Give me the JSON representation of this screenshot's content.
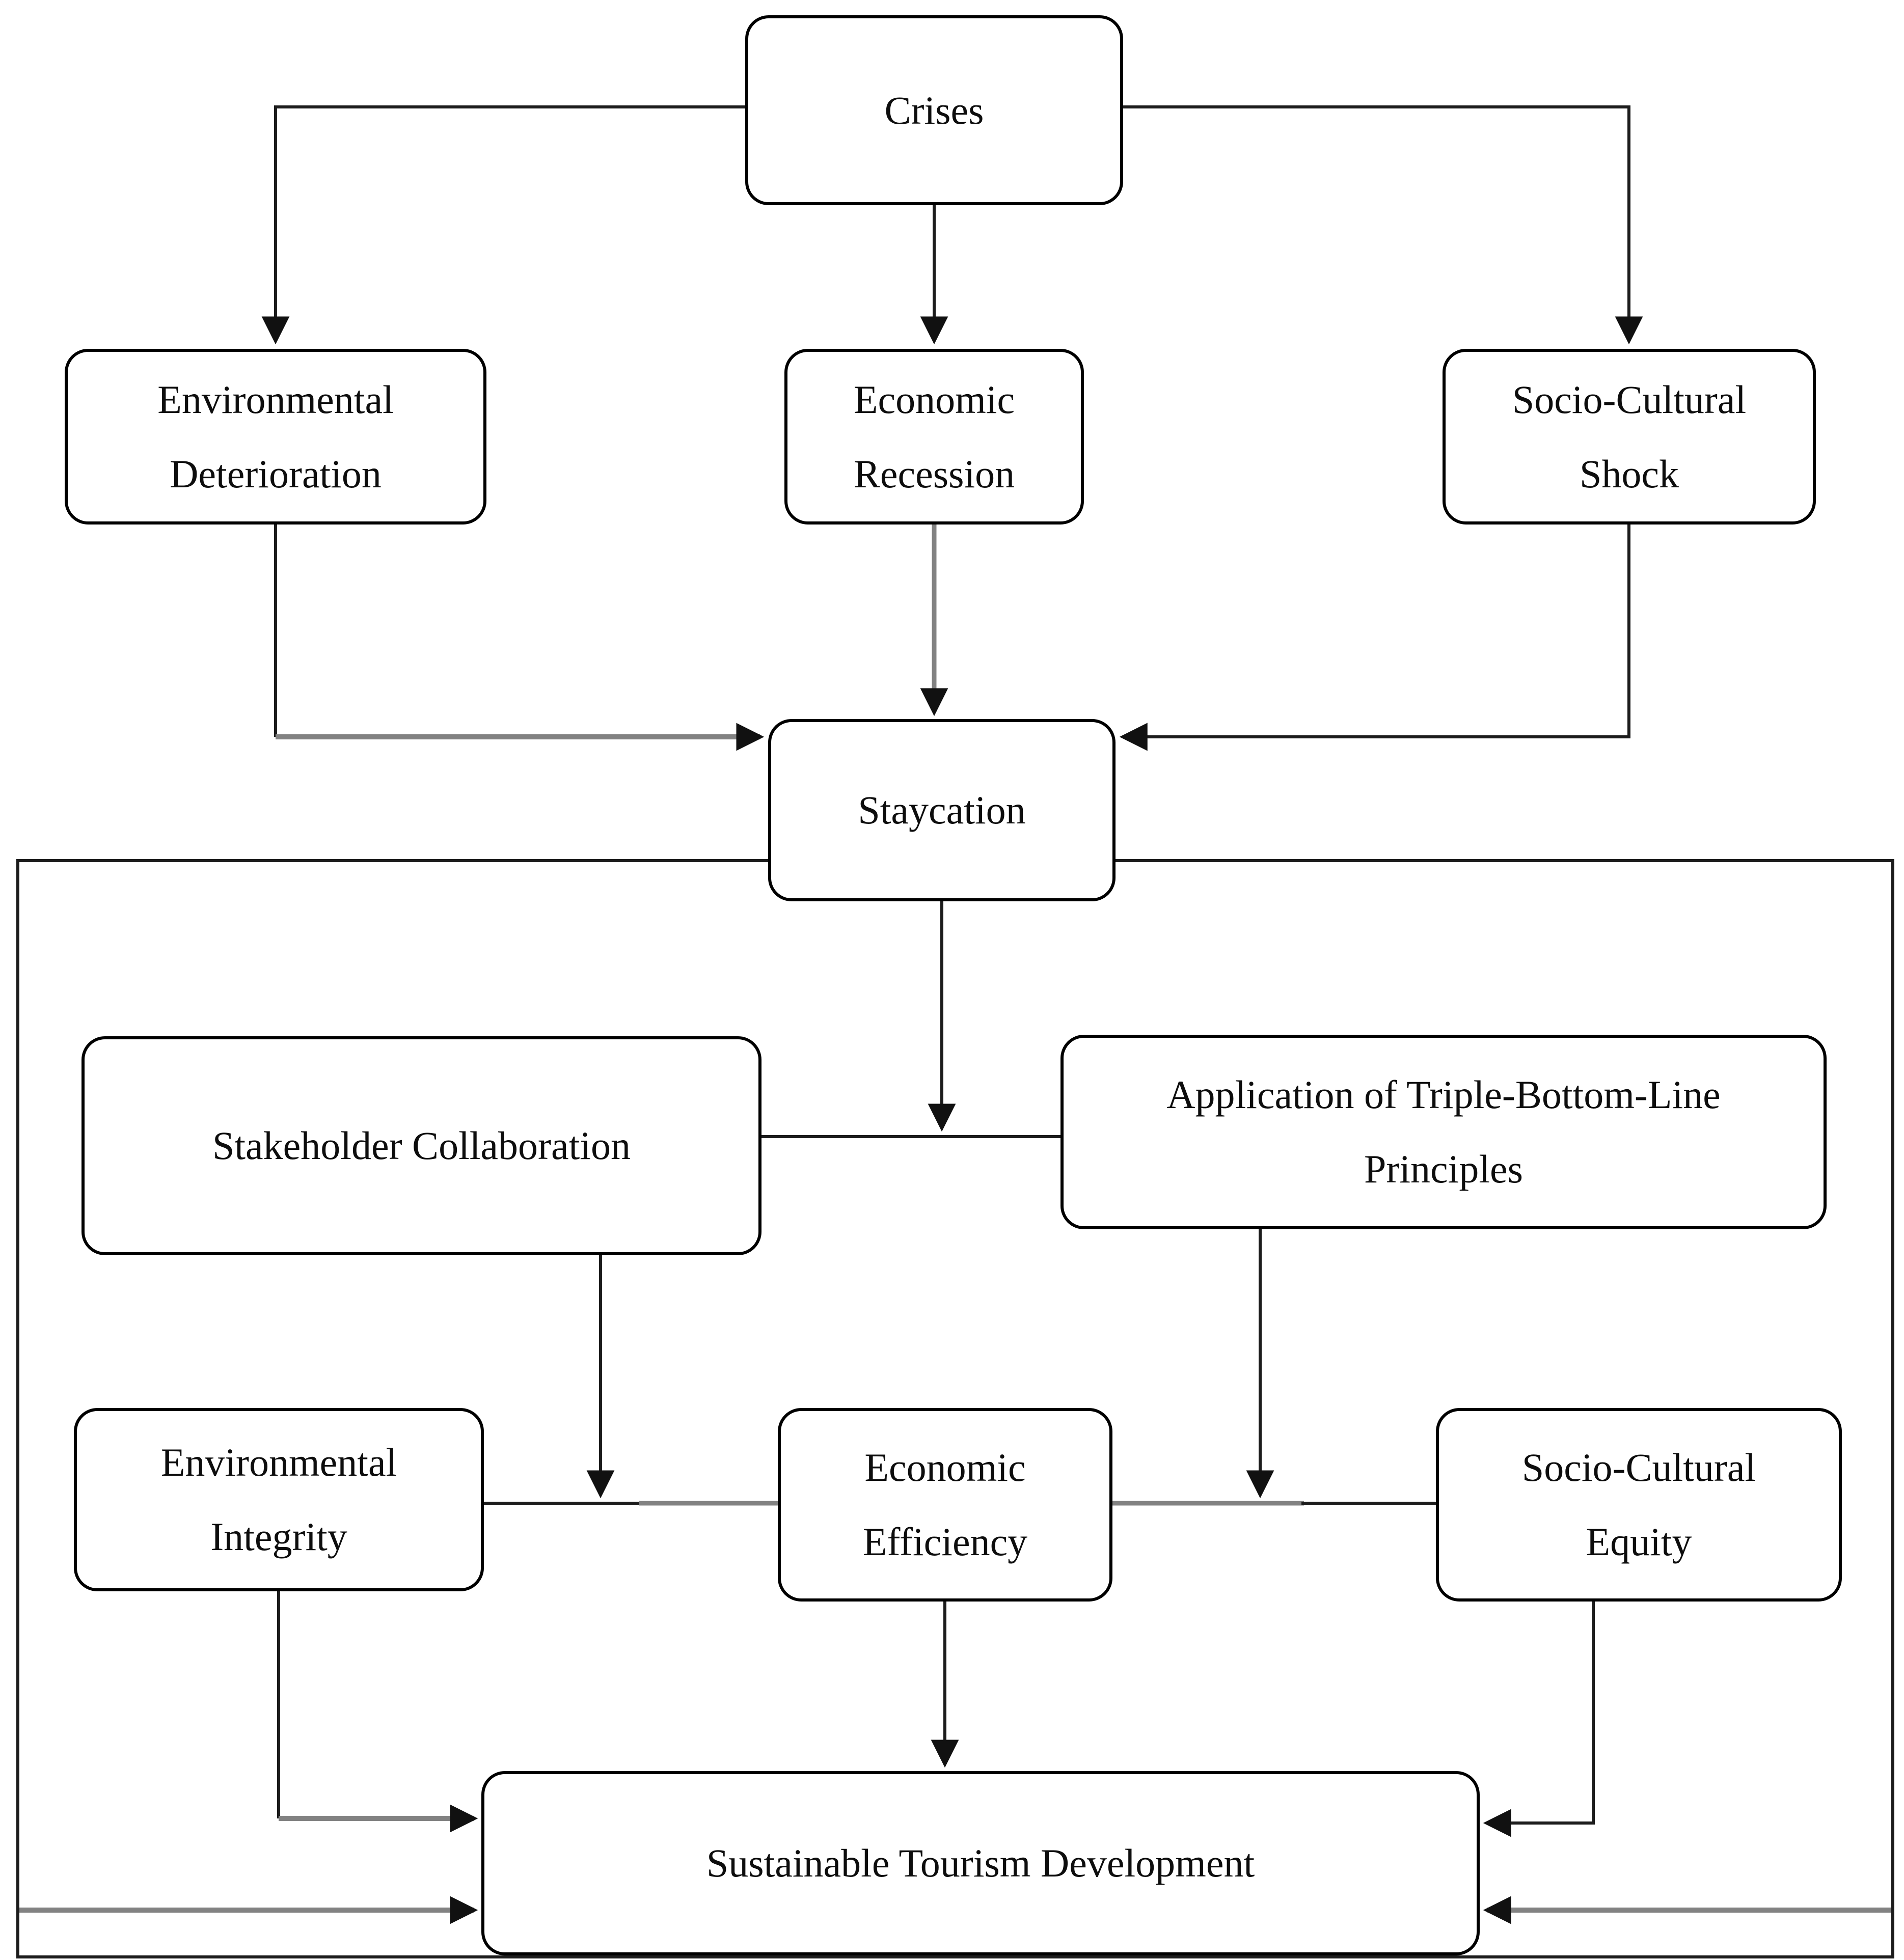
{
  "diagram": {
    "nodes": {
      "crises": {
        "label": "Crises"
      },
      "environmental_deterioration": {
        "line1": "Environmental",
        "line2": "Deterioration"
      },
      "economic_recession": {
        "line1": "Economic",
        "line2": "Recession"
      },
      "socio_cultural_shock": {
        "line1": "Socio-Cultural",
        "line2": "Shock"
      },
      "staycation": {
        "label": "Staycation"
      },
      "stakeholder_collaboration": {
        "label": "Stakeholder Collaboration"
      },
      "tbl_principles": {
        "line1": "Application of Triple-Bottom-Line",
        "line2": "Principles"
      },
      "environmental_integrity": {
        "line1": "Environmental",
        "line2": "Integrity"
      },
      "economic_efficiency": {
        "line1": "Economic",
        "line2": "Efficiency"
      },
      "socio_cultural_equity": {
        "line1": "Socio-Cultural",
        "line2": "Equity"
      },
      "sustainable_tourism_development": {
        "label": "Sustainable Tourism Development"
      }
    },
    "colors": {
      "connector_black": "#1c1c1c",
      "connector_gray": "#828282",
      "arrowhead": "#111111",
      "box_border": "#000000",
      "box_fill": "#ffffff",
      "text": "#0d0d0d",
      "background": "#ffffff"
    }
  }
}
